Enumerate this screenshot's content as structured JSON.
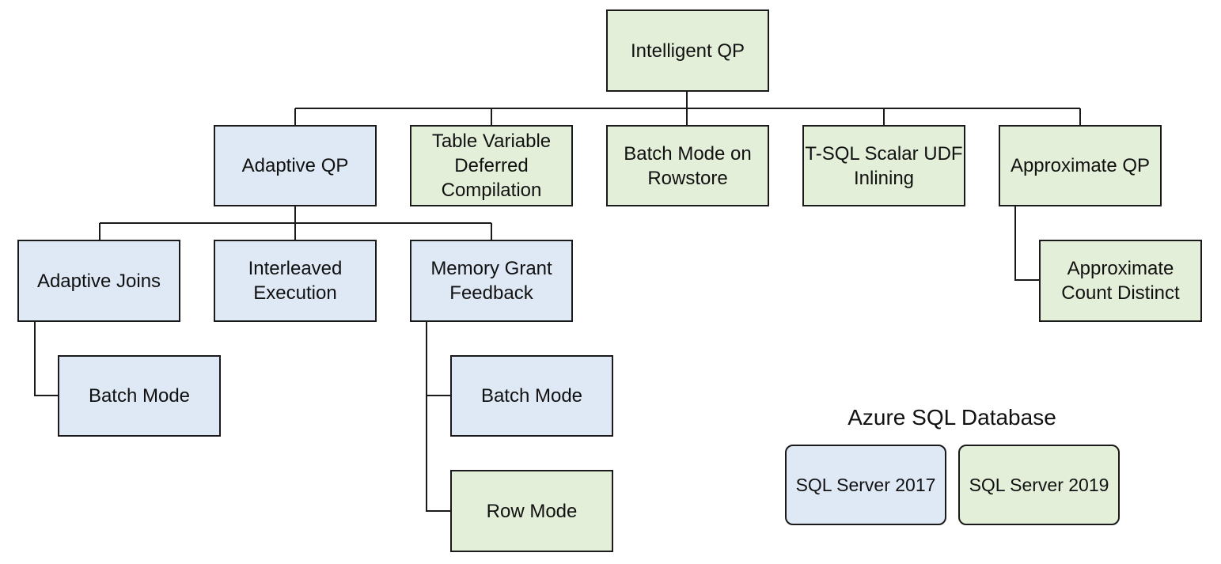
{
  "diagram": {
    "root": {
      "label": "Intelligent QP"
    },
    "adaptive_qp": {
      "label": "Adaptive QP"
    },
    "table_variable": {
      "label": "Table Variable\nDeferred\nCompilation"
    },
    "batch_mode_rowstore": {
      "label": "Batch Mode on\nRowstore"
    },
    "tsql_udf": {
      "label": "T-SQL Scalar UDF\nInlining"
    },
    "approximate_qp": {
      "label": "Approximate QP"
    },
    "adaptive_joins": {
      "label": "Adaptive Joins"
    },
    "interleaved": {
      "label": "Interleaved\nExecution"
    },
    "memory_grant": {
      "label": "Memory Grant\nFeedback"
    },
    "aj_batch_mode": {
      "label": "Batch Mode"
    },
    "mg_batch_mode": {
      "label": "Batch Mode"
    },
    "mg_row_mode": {
      "label": "Row Mode"
    },
    "approx_count": {
      "label": "Approximate\nCount Distinct"
    }
  },
  "legend": {
    "title": "Azure SQL Database",
    "items": [
      {
        "label": "SQL Server 2017",
        "color": "#dfe9f5"
      },
      {
        "label": "SQL Server 2019",
        "color": "#e3efd8"
      }
    ]
  },
  "colors": {
    "blue_fill": "#dfe9f5",
    "green_fill": "#e3efd8",
    "border": "#1a1a1a"
  }
}
